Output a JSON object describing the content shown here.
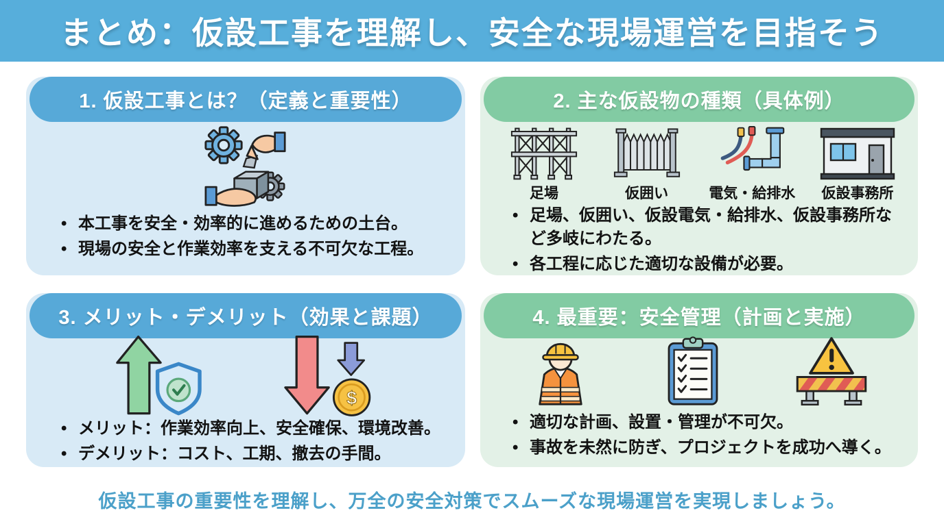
{
  "page": {
    "title": "まとめ：仮設工事を理解し、安全な現場運営を目指そう",
    "footer": "仮設工事の重要性を理解し、万全の安全対策でスムーズな現場運営を実現しましょう。"
  },
  "colors": {
    "banner_bg": "#57aedb",
    "blue_header": "#57a9d8",
    "blue_body": "#d8eaf6",
    "green_header": "#82cba3",
    "green_body": "#e3f1e7",
    "footer_text": "#4ba0c9",
    "bullet_text": "#121212"
  },
  "cards": [
    {
      "id": "definition",
      "theme": "blue",
      "title": "1. 仮設工事とは？（定義と重要性）",
      "icon": "assembly-hands-gears-icon",
      "bullets": [
        "本工事を安全・効率的に進めるための土台。",
        "現場の安全と作業効率を支える不可欠な工程。"
      ]
    },
    {
      "id": "types",
      "theme": "green",
      "title": "2. 主な仮設物の種類（具体例）",
      "icon_items": [
        {
          "icon": "scaffold-icon",
          "label": "足場"
        },
        {
          "icon": "temporary-fence-icon",
          "label": "仮囲い"
        },
        {
          "icon": "electric-plumbing-icon",
          "label": "電気・給排水"
        },
        {
          "icon": "site-office-icon",
          "label": "仮設事務所"
        }
      ],
      "bullets": [
        "足場、仮囲い、仮設電気・給排水、仮設事務所など多岐にわたる。",
        "各工程に応じた適切な設備が必要。"
      ]
    },
    {
      "id": "merits",
      "theme": "blue",
      "title": "3. メリット・デメリット（効果と課題）",
      "icons": [
        "up-arrow-shield-icon",
        "down-arrow-cost-icon"
      ],
      "bullets": [
        "メリット：作業効率向上、安全確保、環境改善。",
        "デメリット：コスト、工期、撤去の手間。"
      ]
    },
    {
      "id": "safety",
      "theme": "green",
      "title": "4. 最重要：安全管理（計画と実施）",
      "icons": [
        "worker-icon",
        "checklist-clipboard-icon",
        "warning-barricade-icon"
      ],
      "bullets": [
        "適切な計画、設置・管理が不可欠。",
        "事故を未然に防ぎ、プロジェクトを成功へ導く。"
      ]
    }
  ]
}
